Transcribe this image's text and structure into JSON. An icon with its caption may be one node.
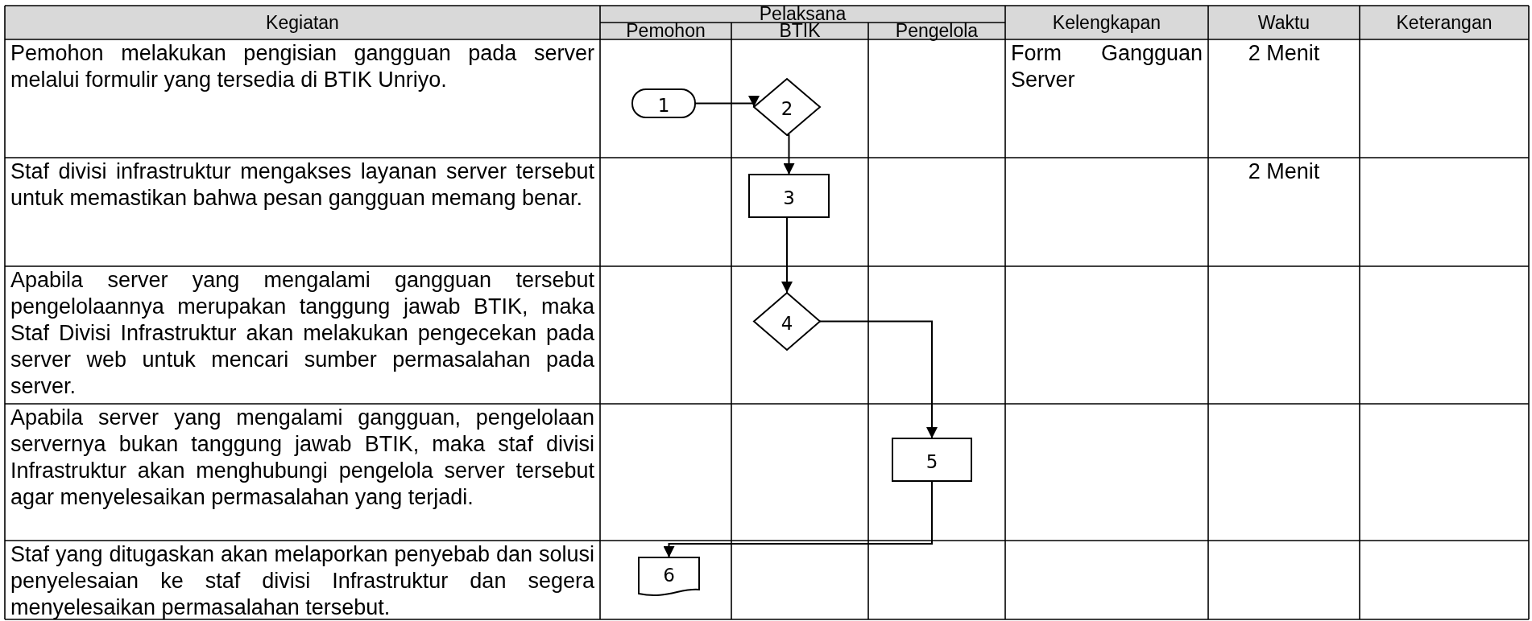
{
  "diagram": {
    "nodes": [
      {
        "text": [
          "1"
        ]
      },
      {
        "text": [
          "2"
        ]
      },
      {
        "text": [
          "3"
        ]
      },
      {
        "text": [
          "4"
        ]
      },
      {
        "text": [
          "5"
        ]
      },
      {
        "text": [
          "6"
        ]
      }
    ],
    "edges": [
      {
        "from": 0,
        "to": 1,
        "arrow": "to"
      },
      {
        "from": 1,
        "to": 2,
        "arrow": "to"
      },
      {
        "from": 2,
        "to": 3,
        "arrow": "to"
      },
      {
        "from": 3,
        "to": 4,
        "arrow": "to"
      },
      {
        "from": 4,
        "to": 5,
        "arrow": "to"
      }
    ],
    "labels": [
      "Kegiatan",
      "Pelaksana",
      "Pemohon",
      "BTIK",
      "Pengelola",
      "Kelengkapan",
      "Waktu",
      "Keterangan",
      "Pemohon melakukan pengisian gangguan pada server melalui formulir yang tersedia di BTIK Unriyo.",
      "Form Gangguan Server",
      "2 Menit",
      "Staf divisi infrastruktur mengakses layanan server tersebut untuk memastikan bahwa pesan gangguan memang benar.",
      "2 Menit",
      "Apabila server yang mengalami gangguan tersebut pengelolaannya merupakan tanggung jawab BTIK, maka Staf Divisi Infrastruktur akan melakukan pengecekan pada server web untuk mencari sumber permasalahan pada server.",
      "Apabila server yang mengalami gangguan, pengelolaan servernya bukan tanggung jawab BTIK, maka staf divisi Infrastruktur akan menghubungi pengelola server tersebut agar menyelesaikan permasalahan yang terjadi.",
      "Staf yang ditugaskan akan melaporkan penyebab dan solusi penyelesaian ke staf divisi Infrastruktur dan segera menyelesaikan permasalahan tersebut."
    ]
  }
}
